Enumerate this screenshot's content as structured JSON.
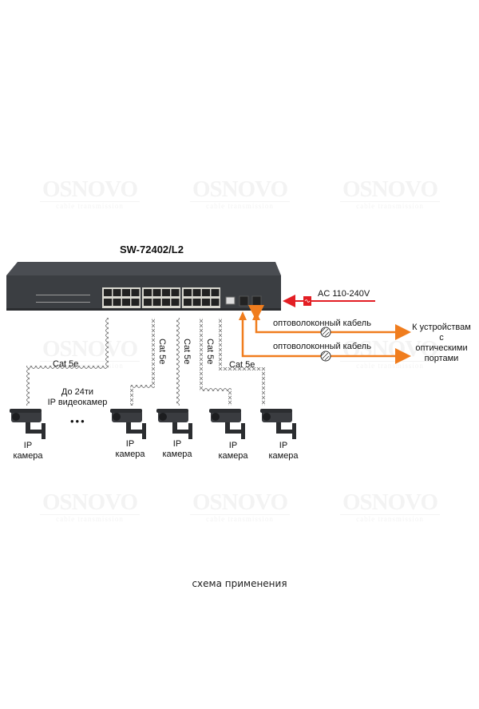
{
  "watermark": {
    "brand": "OSNOVO",
    "tagline": "cable transmission"
  },
  "device": {
    "model": "SW-72402/L2",
    "rj45_ports": 24,
    "sfp_ports": 2,
    "console_port": 1
  },
  "power": {
    "label": "AC 110-240V",
    "color": "#e31e24"
  },
  "fiber": {
    "color": "#f07d1e",
    "cables": [
      {
        "label": "оптоволоконный кабель"
      },
      {
        "label": "оптоволоконный кабель"
      }
    ],
    "destination": [
      "К устройствам",
      "с",
      "оптическими",
      "портами"
    ]
  },
  "copper": {
    "cable_label": "Cat 5e"
  },
  "cameras": {
    "count_note": [
      "До 24ти",
      "IP видеокамер"
    ],
    "ellipsis": "•••",
    "items": [
      {
        "line1": "IP",
        "line2": "камера"
      },
      {
        "line1": "IP",
        "line2": "камера"
      },
      {
        "line1": "IP",
        "line2": "камера"
      },
      {
        "line1": "IP",
        "line2": "камера"
      },
      {
        "line1": "IP",
        "line2": "камера"
      }
    ]
  },
  "footer": {
    "caption": "схема применения"
  }
}
